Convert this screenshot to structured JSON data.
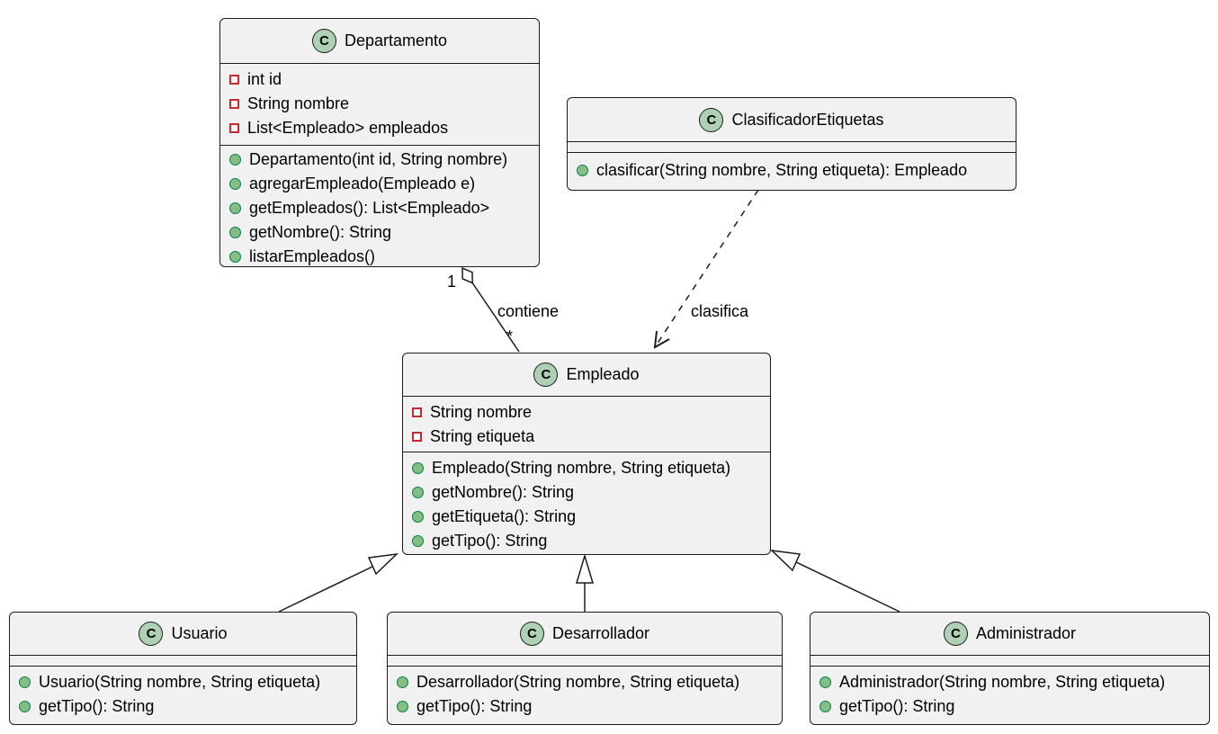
{
  "diagram": {
    "kind": "uml-class-diagram",
    "language": "es"
  },
  "colors": {
    "background": "#FFFFFF",
    "class_fill": "#F1F1F1",
    "border": "#1B1B1B",
    "stereotype_circle_fill": "#ADD1B2",
    "field_icon_red": "#C82930",
    "method_icon_fill": "#84BE84",
    "method_icon_border": "#038048"
  },
  "classes": [
    {
      "name": "Departamento",
      "letter": "C",
      "fields": [
        "int id",
        "String nombre",
        "List<Empleado> empleados"
      ],
      "methods": [
        "Departamento(int id, String nombre)",
        "agregarEmpleado(Empleado e)",
        "getEmpleados(): List<Empleado>",
        "getNombre(): String",
        "listarEmpleados()"
      ]
    },
    {
      "name": "ClasificadorEtiquetas",
      "letter": "C",
      "fields": [],
      "methods": [
        "clasificar(String nombre, String etiqueta): Empleado"
      ]
    },
    {
      "name": "Empleado",
      "letter": "C",
      "fields": [
        "String nombre",
        "String etiqueta"
      ],
      "methods": [
        "Empleado(String nombre, String etiqueta)",
        "getNombre(): String",
        "getEtiqueta(): String",
        "getTipo(): String"
      ]
    },
    {
      "name": "Usuario",
      "letter": "C",
      "fields": [],
      "methods": [
        "Usuario(String nombre, String etiqueta)",
        "getTipo(): String"
      ]
    },
    {
      "name": "Desarrollador",
      "letter": "C",
      "fields": [],
      "methods": [
        "Desarrollador(String nombre, String etiqueta)",
        "getTipo(): String"
      ]
    },
    {
      "name": "Administrador",
      "letter": "C",
      "fields": [],
      "methods": [
        "Administrador(String nombre, String etiqueta)",
        "getTipo(): String"
      ]
    }
  ],
  "edges": {
    "aggregation": {
      "from": "Departamento",
      "to": "Empleado",
      "label": "contiene",
      "from_multiplicity": "1",
      "to_multiplicity": "*",
      "type": "aggregation"
    },
    "dependency": {
      "from": "ClasificadorEtiquetas",
      "to": "Empleado",
      "label": "clasifica",
      "type": "dashed-dependency"
    },
    "generalizations": [
      {
        "from": "Usuario",
        "to": "Empleado"
      },
      {
        "from": "Desarrollador",
        "to": "Empleado"
      },
      {
        "from": "Administrador",
        "to": "Empleado"
      }
    ]
  }
}
